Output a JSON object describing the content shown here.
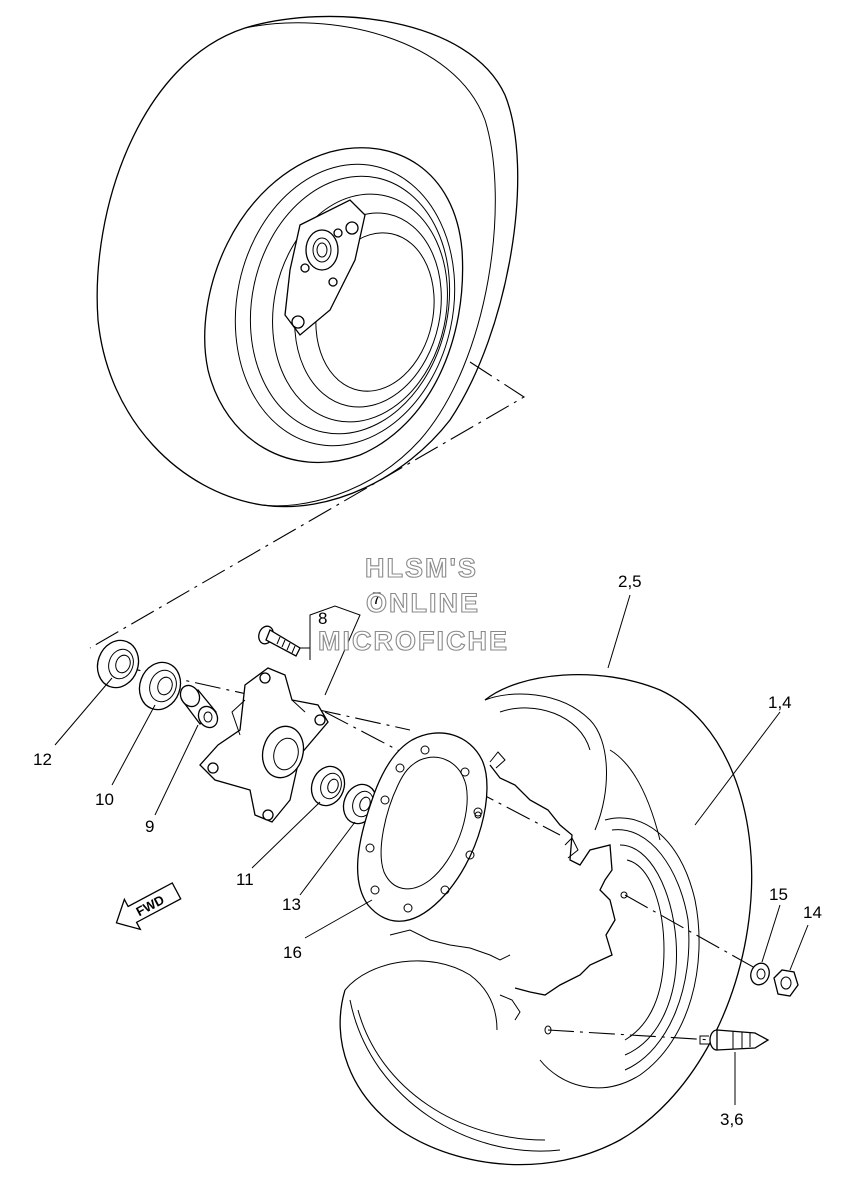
{
  "watermark": {
    "lines": [
      "HLSM'S",
      "ONLINE",
      "MICROFICHE"
    ]
  },
  "direction_badge": {
    "label": "FWD"
  },
  "callouts": [
    {
      "id": "c-2-5",
      "text": "2,5"
    },
    {
      "id": "c-1-4",
      "text": "1,4"
    },
    {
      "id": "c-7",
      "text": "7"
    },
    {
      "id": "c-8",
      "text": "8"
    },
    {
      "id": "c-12",
      "text": "12"
    },
    {
      "id": "c-10",
      "text": "10"
    },
    {
      "id": "c-9",
      "text": "9"
    },
    {
      "id": "c-11",
      "text": "11"
    },
    {
      "id": "c-13",
      "text": "13"
    },
    {
      "id": "c-16",
      "text": "16"
    },
    {
      "id": "c-15",
      "text": "15"
    },
    {
      "id": "c-14",
      "text": "14"
    },
    {
      "id": "c-3-6",
      "text": "3,6"
    }
  ],
  "colors": {
    "line": "#000000",
    "watermark_outline": "#8a8a8a",
    "background": "#ffffff"
  }
}
